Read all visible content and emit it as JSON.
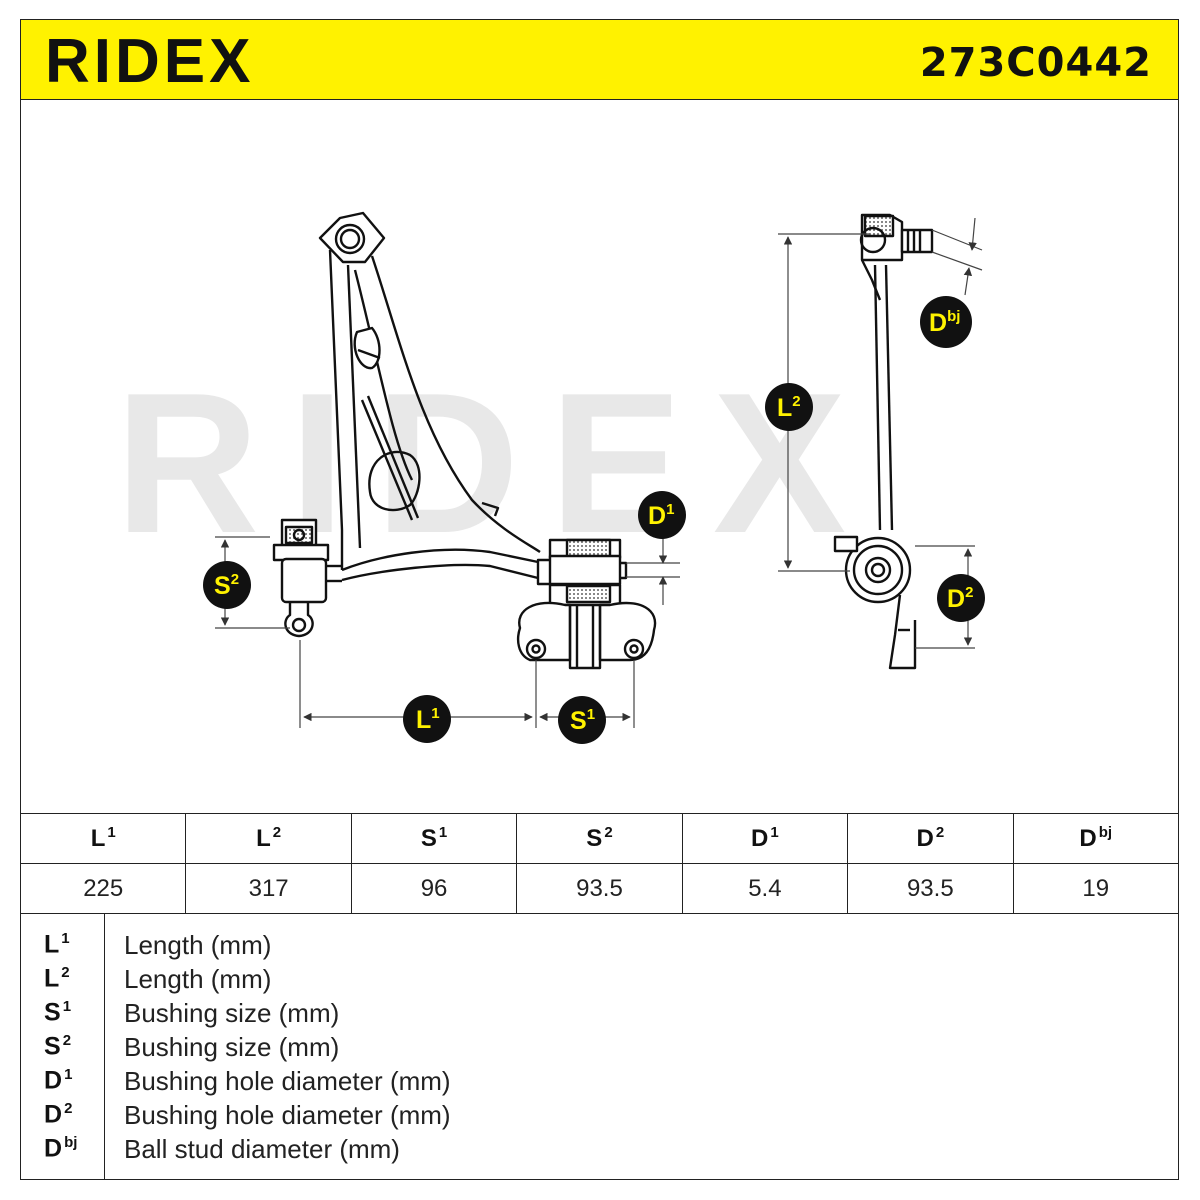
{
  "header": {
    "brand": "RIDEX",
    "part_number": "273C0442"
  },
  "watermark": "RIDEX",
  "colors": {
    "brand_yellow": "#fff200",
    "watermark_grey": "#e8e8e8",
    "ink": "#111111"
  },
  "drawing_labels": {
    "L1": {
      "base": "L",
      "sup": "1"
    },
    "L2": {
      "base": "L",
      "sup": "2"
    },
    "S1": {
      "base": "S",
      "sup": "1"
    },
    "S2": {
      "base": "S",
      "sup": "2"
    },
    "D1": {
      "base": "D",
      "sup": "1"
    },
    "D2": {
      "base": "D",
      "sup": "2"
    },
    "Dbj": {
      "base": "D",
      "sup": "bj"
    }
  },
  "specs": {
    "columns": [
      {
        "base": "L",
        "sup": "1",
        "value": "225"
      },
      {
        "base": "L",
        "sup": "2",
        "value": "317"
      },
      {
        "base": "S",
        "sup": "1",
        "value": "96"
      },
      {
        "base": "S",
        "sup": "2",
        "value": "93.5"
      },
      {
        "base": "D",
        "sup": "1",
        "value": "5.4"
      },
      {
        "base": "D",
        "sup": "2",
        "value": "93.5"
      },
      {
        "base": "D",
        "sup": "bj",
        "value": "19"
      }
    ]
  },
  "legend": [
    {
      "base": "L",
      "sup": "1",
      "desc": "Length (mm)"
    },
    {
      "base": "L",
      "sup": "2",
      "desc": "Length (mm)"
    },
    {
      "base": "S",
      "sup": "1",
      "desc": "Bushing size (mm)"
    },
    {
      "base": "S",
      "sup": "2",
      "desc": "Bushing size (mm)"
    },
    {
      "base": "D",
      "sup": "1",
      "desc": "Bushing hole diameter (mm)"
    },
    {
      "base": "D",
      "sup": "2",
      "desc": "Bushing hole diameter (mm)"
    },
    {
      "base": "D",
      "sup": "bj",
      "desc": "Ball stud diameter (mm)"
    }
  ]
}
